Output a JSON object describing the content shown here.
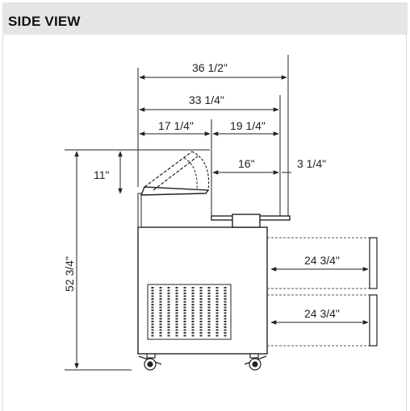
{
  "header": {
    "title": "SIDE VIEW"
  },
  "dimensions": {
    "overall_width": "36 1/2\"",
    "top_width": "33 1/4\"",
    "lid_depth": "17 1/4\"",
    "rear_depth": "19 1/4\"",
    "inner_depth": "16\"",
    "back_offset": "3 1/4\"",
    "lid_height": "11\"",
    "total_height": "52 3/4\"",
    "drawer_top_depth": "24 3/4\"",
    "drawer_bottom_depth": "24 3/4\""
  },
  "colors": {
    "header_bg": "#e5e5e5",
    "line": "#222222",
    "dashed": "#555555"
  }
}
